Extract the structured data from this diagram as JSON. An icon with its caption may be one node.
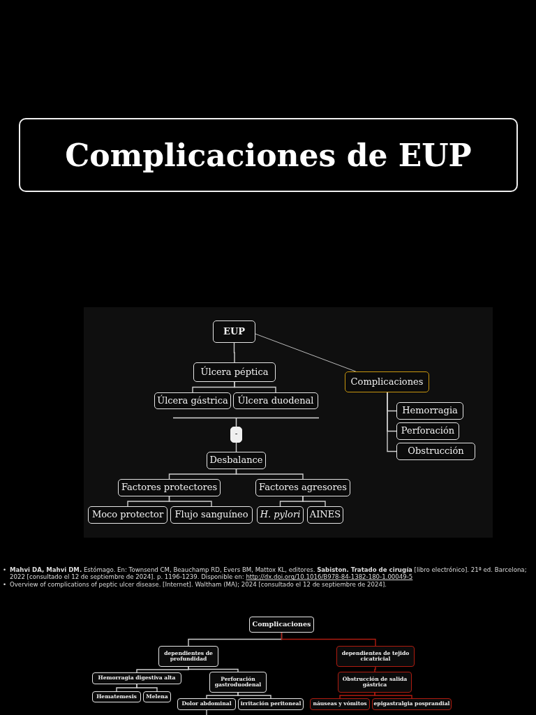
{
  "diagram": {
    "title": "Complicaciones de EUP",
    "nodes": [
      {
        "text": [
          "EUP"
        ]
      },
      {
        "text": [
          "Úlcera péptica"
        ]
      },
      {
        "text": [
          "Úlcera gástrica"
        ]
      },
      {
        "text": [
          "Úlcera duodenal"
        ]
      },
      {
        "text": [
          "-"
        ]
      },
      {
        "text": [
          "Desbalance"
        ]
      },
      {
        "text": [
          "Factores protectores"
        ]
      },
      {
        "text": [
          "Factores agresores"
        ]
      },
      {
        "text": [
          "Moco protector"
        ]
      },
      {
        "text": [
          "Flujo sanguíneo"
        ]
      },
      {
        "text": [
          "H. pylori"
        ]
      },
      {
        "text": [
          "AINES"
        ]
      },
      {
        "text": [
          "Complicaciones"
        ]
      },
      {
        "text": [
          "Hemorragia"
        ]
      },
      {
        "text": [
          "Perforación"
        ]
      },
      {
        "text": [
          "Obstrucción"
        ]
      },
      {
        "text": [
          "Complicaciones"
        ]
      },
      {
        "text": [
          "dependientes de profundidad"
        ]
      },
      {
        "text": [
          "dependientes de tejido cicatricial"
        ]
      },
      {
        "text": [
          "Hemorragia digestiva alta"
        ]
      },
      {
        "text": [
          "Perforación gastroduodenal"
        ]
      },
      {
        "text": [
          "Obstrucción de salida gástrica"
        ]
      },
      {
        "text": [
          "Hematemesis"
        ]
      },
      {
        "text": [
          "Melena"
        ]
      },
      {
        "text": [
          "Dolor abdominal"
        ]
      },
      {
        "text": [
          "irritación peritoneal"
        ]
      },
      {
        "text": [
          "náuseas y vómitos"
        ]
      },
      {
        "text": [
          "epigastralgia posprandial"
        ]
      }
    ],
    "edges": [
      {
        "from": 0,
        "to": 1,
        "arrow": "none"
      },
      {
        "from": 0,
        "to": 12,
        "arrow": "none"
      },
      {
        "from": 1,
        "to": 2,
        "arrow": "none"
      },
      {
        "from": 1,
        "to": 3,
        "arrow": "none"
      },
      {
        "from": 4,
        "to": 5,
        "arrow": "none"
      },
      {
        "from": 5,
        "to": 6,
        "arrow": "none"
      },
      {
        "from": 5,
        "to": 7,
        "arrow": "none"
      },
      {
        "from": 6,
        "to": 8,
        "arrow": "none"
      },
      {
        "from": 6,
        "to": 9,
        "arrow": "none"
      },
      {
        "from": 7,
        "to": 10,
        "arrow": "none"
      },
      {
        "from": 7,
        "to": 11,
        "arrow": "none"
      },
      {
        "from": 12,
        "to": 13,
        "arrow": "none"
      },
      {
        "from": 12,
        "to": 14,
        "arrow": "none"
      },
      {
        "from": 12,
        "to": 15,
        "arrow": "none"
      },
      {
        "from": 16,
        "to": 17,
        "arrow": "none"
      },
      {
        "from": 16,
        "to": 18,
        "arrow": "none",
        "color": "#b01c10"
      },
      {
        "from": 17,
        "to": 19,
        "arrow": "none"
      },
      {
        "from": 17,
        "to": 20,
        "arrow": "none"
      },
      {
        "from": 19,
        "to": 22,
        "arrow": "none"
      },
      {
        "from": 19,
        "to": 23,
        "arrow": "none"
      },
      {
        "from": 20,
        "to": 24,
        "arrow": "none"
      },
      {
        "from": 20,
        "to": 25,
        "arrow": "none"
      },
      {
        "from": 18,
        "to": 21,
        "arrow": "none",
        "color": "#b01c10"
      },
      {
        "from": 21,
        "to": 26,
        "arrow": "none",
        "color": "#b01c10"
      },
      {
        "from": 21,
        "to": 27,
        "arrow": "none",
        "color": "#b01c10"
      },
      {
        "from": 24,
        "to": null,
        "arrow": "none"
      }
    ],
    "labels": [
      "•",
      "**Mahvi DA, Mahvi DM.** Estómago. En: Townsend CM, Beauchamp RD, Evers BM, Mattox KL, editores. **Sabiston. Tratado de cirugía** [libro electrónico]. 21ª ed. Barcelona; 2022 [consultado el 12 de septiembre de 2024]. p. 1196-1239. Disponible en:",
      "http://dx.doi.org/10.1016/B978-84-1382-180-1.00049-5",
      "•",
      "Overview of complications of peptic ulcer disease. [Internet]. Waltham (MA); 2024 [consultado el 12 de septiembre de 2024]."
    ]
  }
}
